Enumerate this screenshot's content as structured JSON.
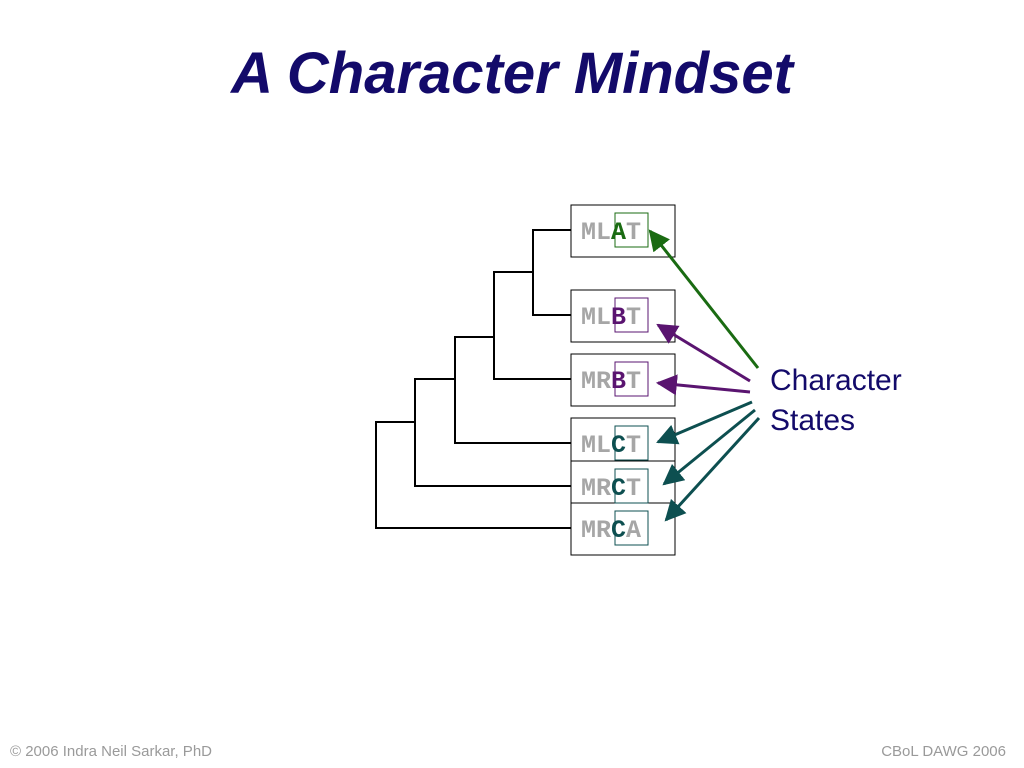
{
  "slide": {
    "title": "A Character Mindset",
    "footer_left": "© 2006 Indra Neil Sarkar, PhD",
    "footer_right": "CBoL DAWG 2006"
  },
  "label": {
    "line1": "Character",
    "line2": "States"
  },
  "colors": {
    "title": "#130a6a",
    "tree": "#000000",
    "seq_gray": "#a6a6a6",
    "state_A": "#1a6b12",
    "state_B": "#5a1470",
    "state_C": "#0d4f50"
  },
  "sequences": [
    {
      "prefix": "ML",
      "state": "A",
      "suffix": "T",
      "state_color": "state_A"
    },
    {
      "prefix": "ML",
      "state": "B",
      "suffix": "T",
      "state_color": "state_B"
    },
    {
      "prefix": "MR",
      "state": "B",
      "suffix": "T",
      "state_color": "state_B"
    },
    {
      "prefix": "ML",
      "state": "C",
      "suffix": "T",
      "state_color": "state_C"
    },
    {
      "prefix": "MR",
      "state": "C",
      "suffix": "T",
      "state_color": "state_C"
    },
    {
      "prefix": "MR",
      "state": "C",
      "suffix": "A",
      "state_color": "state_C"
    }
  ]
}
